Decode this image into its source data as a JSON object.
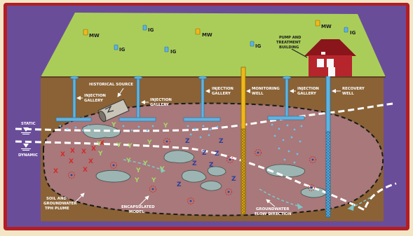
{
  "labels": {
    "mw": "MW",
    "ig": "IG",
    "pump_building": [
      "PUMP AND",
      "TREATMENT",
      "BUILDING"
    ],
    "historical_source": "HISTORICAL SOURCE",
    "injection_gallery": [
      "INJECTION",
      "GALLERY"
    ],
    "monitoring_well": [
      "MONITORING",
      "WELL"
    ],
    "recovery_well": [
      "RECOVERY",
      "WELL"
    ],
    "static": "STATIC",
    "dynamic": "DYNAMIC",
    "plume": [
      "SOIL AND",
      "GROUNDWATER",
      "TPH PLUME"
    ],
    "encapsulated_model": [
      "ENCAPSULATED",
      "MODEL"
    ],
    "flow_direction": [
      "GROUNDWATER",
      "FLOW DIRECTION"
    ]
  },
  "symbols": {
    "x": "X",
    "y": "Y",
    "z": "Z"
  },
  "colors": {
    "border": "#b31d24",
    "background": "#6a4d99",
    "grass": "#aacd5a",
    "soil": "#8a6236",
    "plume": "#a8787a",
    "pipe": "#5fb3e0",
    "monitor": "#f0b81a",
    "building": "#b7252c",
    "x_mark": "#d42a2a",
    "y_mark": "#a8d66a",
    "z_mark": "#2a3f9c"
  }
}
